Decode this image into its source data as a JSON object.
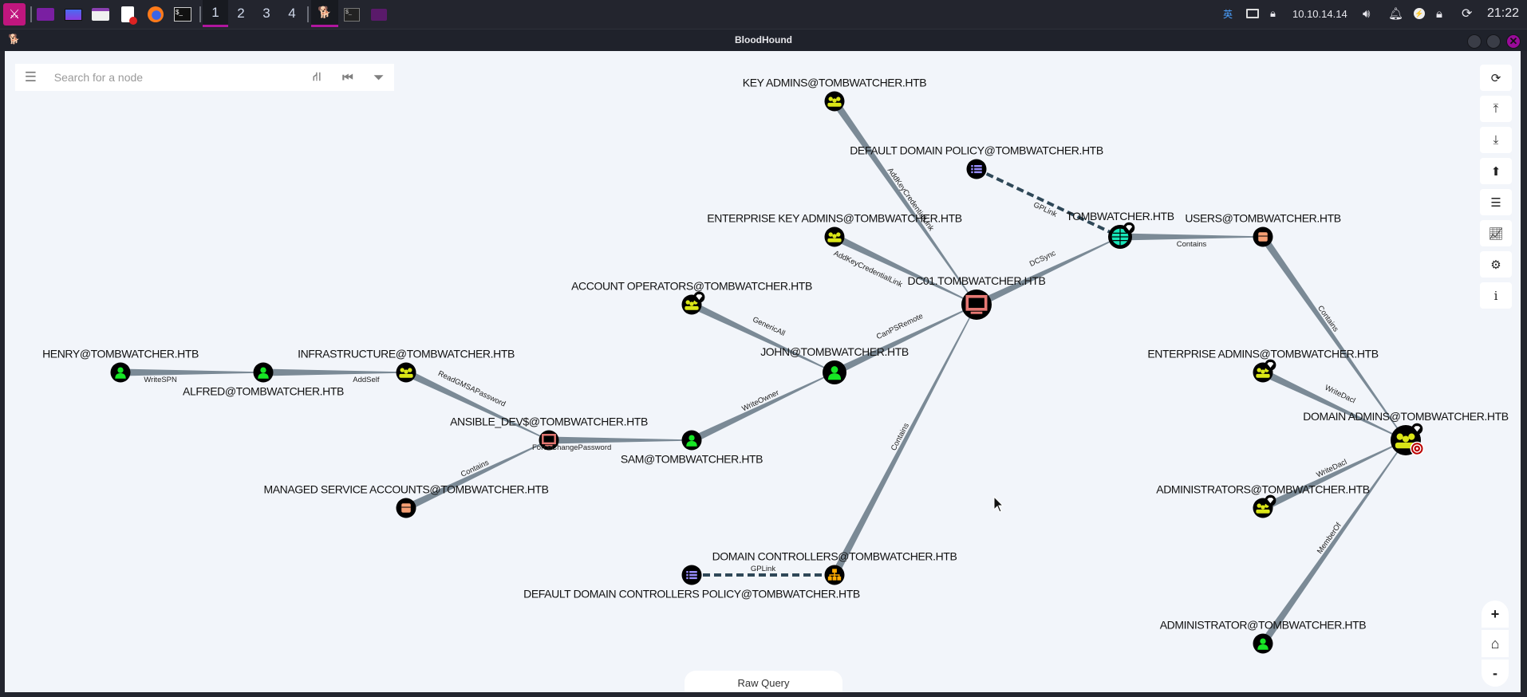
{
  "taskbar": {
    "workspaces": [
      "1",
      "2",
      "3",
      "4"
    ],
    "active_workspace": "1",
    "ime": "英",
    "ip": "10.10.14.14",
    "clock": "21:22"
  },
  "window": {
    "title": "BloodHound"
  },
  "search": {
    "placeholder": "Search for a node",
    "value": ""
  },
  "raw_query_label": "Raw Query",
  "right_toolbar": [
    "refresh-icon",
    "upload-icon",
    "download-icon",
    "import-icon",
    "queries-list-icon",
    "chart-icon",
    "settings-icon",
    "info-icon"
  ],
  "zoom_controls": {
    "zoom_in": "+",
    "home": "⌂",
    "zoom_out": "-"
  },
  "colors": {
    "user": "#17e625",
    "group": "#dbe617",
    "computer": "#e67873",
    "domain": "#17e6b9",
    "ou": "#ffaa00",
    "container": "#f59f74",
    "gpo": "#998eff",
    "edge": "#7b8a96",
    "gplink": "#2f4858"
  },
  "graph": {
    "nodes": [
      {
        "id": "henry",
        "type": "user",
        "label": "HENRY@TOMBWATCHER.HTB"
      },
      {
        "id": "alfred",
        "type": "user",
        "label": "ALFRED@TOMBWATCHER.HTB"
      },
      {
        "id": "infra",
        "type": "group",
        "label": "INFRASTRUCTURE@TOMBWATCHER.HTB"
      },
      {
        "id": "ansible",
        "type": "computer",
        "label": "ANSIBLE_DEV$@TOMBWATCHER.HTB"
      },
      {
        "id": "msa",
        "type": "container",
        "label": "MANAGED SERVICE ACCOUNTS@TOMBWATCHER.HTB"
      },
      {
        "id": "sam",
        "type": "user",
        "label": "SAM@TOMBWATCHER.HTB"
      },
      {
        "id": "john",
        "type": "user",
        "label": "JOHN@TOMBWATCHER.HTB"
      },
      {
        "id": "acctops",
        "type": "group",
        "label": "ACCOUNT OPERATORS@TOMBWATCHER.HTB",
        "highvalue": true
      },
      {
        "id": "dc01",
        "type": "computer",
        "label": "DC01.TOMBWATCHER.HTB"
      },
      {
        "id": "eka",
        "type": "group",
        "label": "ENTERPRISE KEY ADMINS@TOMBWATCHER.HTB"
      },
      {
        "id": "ka",
        "type": "group",
        "label": "KEY ADMINS@TOMBWATCHER.HTB"
      },
      {
        "id": "ddp",
        "type": "gpo",
        "label": "DEFAULT DOMAIN POLICY@TOMBWATCHER.HTB"
      },
      {
        "id": "domain",
        "type": "domain",
        "label": "TOMBWATCHER.HTB",
        "highvalue": true
      },
      {
        "id": "users",
        "type": "container",
        "label": "USERS@TOMBWATCHER.HTB"
      },
      {
        "id": "da",
        "type": "group",
        "label": "DOMAIN ADMINS@TOMBWATCHER.HTB",
        "highvalue": true,
        "target": true
      },
      {
        "id": "ea",
        "type": "group",
        "label": "ENTERPRISE ADMINS@TOMBWATCHER.HTB",
        "highvalue": true
      },
      {
        "id": "admins",
        "type": "group",
        "label": "ADMINISTRATORS@TOMBWATCHER.HTB",
        "highvalue": true
      },
      {
        "id": "administrator",
        "type": "user",
        "label": "ADMINISTRATOR@TOMBWATCHER.HTB"
      },
      {
        "id": "dcs",
        "type": "ou",
        "label": "DOMAIN CONTROLLERS@TOMBWATCHER.HTB"
      },
      {
        "id": "ddcp",
        "type": "gpo",
        "label": "DEFAULT DOMAIN CONTROLLERS POLICY@TOMBWATCHER.HTB"
      }
    ],
    "edges": [
      {
        "source": "henry",
        "target": "alfred",
        "label": "WriteSPN"
      },
      {
        "source": "alfred",
        "target": "infra",
        "label": "AddSelf"
      },
      {
        "source": "infra",
        "target": "ansible",
        "label": "ReadGMSAPassword"
      },
      {
        "source": "msa",
        "target": "ansible",
        "label": "Contains"
      },
      {
        "source": "ansible",
        "target": "sam",
        "label": "ForceChangePassword"
      },
      {
        "source": "sam",
        "target": "john",
        "label": "WriteOwner"
      },
      {
        "source": "acctops",
        "target": "john",
        "label": "GenericAll"
      },
      {
        "source": "john",
        "target": "dc01",
        "label": "CanPSRemote"
      },
      {
        "source": "ka",
        "target": "dc01",
        "label": "AddKeyCredentialLink"
      },
      {
        "source": "eka",
        "target": "dc01",
        "label": "AddKeyCredentialLink"
      },
      {
        "source": "dc01",
        "target": "domain",
        "label": "DCSync"
      },
      {
        "source": "ddp",
        "target": "domain",
        "label": "GPLink",
        "dashed": true
      },
      {
        "source": "domain",
        "target": "users",
        "label": "Contains"
      },
      {
        "source": "users",
        "target": "da",
        "label": "Contains"
      },
      {
        "source": "ea",
        "target": "da",
        "label": "WriteDacl"
      },
      {
        "source": "admins",
        "target": "da",
        "label": "WriteDacl"
      },
      {
        "source": "administrator",
        "target": "da",
        "label": "MemberOf"
      },
      {
        "source": "dcs",
        "target": "dc01",
        "label": "Contains"
      },
      {
        "source": "ddcp",
        "target": "dcs",
        "label": "GPLink",
        "dashed": true
      }
    ]
  }
}
